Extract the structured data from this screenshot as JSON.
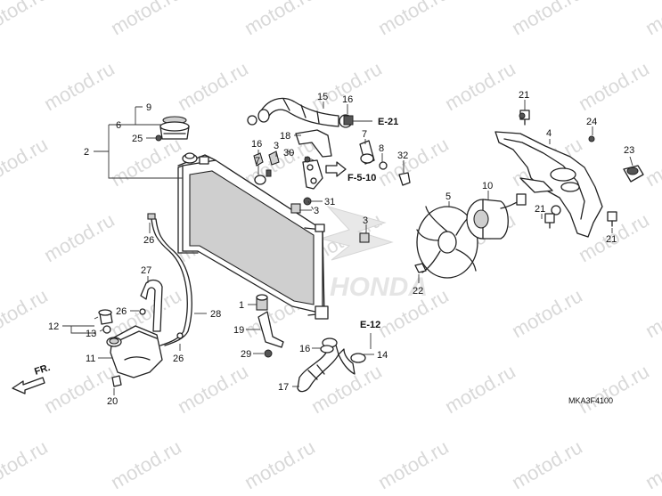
{
  "watermark": {
    "text": "motod.ru"
  },
  "logo": {
    "text": "HONDA",
    "color": "#e5e5e5"
  },
  "diagram_code": "MKA3F4100",
  "front_arrow": {
    "label": "FR."
  },
  "refs": [
    {
      "id": "e21",
      "text": "E-21"
    },
    {
      "id": "f510",
      "text": "F-5-10"
    },
    {
      "id": "e12",
      "text": "E-12"
    }
  ],
  "callouts": [
    {
      "id": "c2",
      "text": "2"
    },
    {
      "id": "c6",
      "text": "6"
    },
    {
      "id": "c9",
      "text": "9"
    },
    {
      "id": "c25",
      "text": "25"
    },
    {
      "id": "c15",
      "text": "15"
    },
    {
      "id": "c16a",
      "text": "16"
    },
    {
      "id": "c16b",
      "text": "16"
    },
    {
      "id": "c16c",
      "text": "16"
    },
    {
      "id": "c3a",
      "text": "3"
    },
    {
      "id": "c3b",
      "text": "3"
    },
    {
      "id": "c3c",
      "text": "3"
    },
    {
      "id": "c30",
      "text": "30"
    },
    {
      "id": "c7a",
      "text": "7"
    },
    {
      "id": "c7b",
      "text": "7"
    },
    {
      "id": "c18",
      "text": "18"
    },
    {
      "id": "c8",
      "text": "8"
    },
    {
      "id": "c32",
      "text": "32"
    },
    {
      "id": "c31",
      "text": "31"
    },
    {
      "id": "c21a",
      "text": "21"
    },
    {
      "id": "c21b",
      "text": "21"
    },
    {
      "id": "c21c",
      "text": "21"
    },
    {
      "id": "c4",
      "text": "4"
    },
    {
      "id": "c24",
      "text": "24"
    },
    {
      "id": "c23",
      "text": "23"
    },
    {
      "id": "c5",
      "text": "5"
    },
    {
      "id": "c10",
      "text": "10"
    },
    {
      "id": "c22",
      "text": "22"
    },
    {
      "id": "c26a",
      "text": "26"
    },
    {
      "id": "c26b",
      "text": "26"
    },
    {
      "id": "c26c",
      "text": "26"
    },
    {
      "id": "c27",
      "text": "27"
    },
    {
      "id": "c28",
      "text": "28"
    },
    {
      "id": "c12",
      "text": "12"
    },
    {
      "id": "c13",
      "text": "13"
    },
    {
      "id": "c11",
      "text": "11"
    },
    {
      "id": "c20",
      "text": "20"
    },
    {
      "id": "c1",
      "text": "1"
    },
    {
      "id": "c19",
      "text": "19"
    },
    {
      "id": "c29",
      "text": "29"
    },
    {
      "id": "c14",
      "text": "14"
    },
    {
      "id": "c17",
      "text": "17"
    }
  ]
}
